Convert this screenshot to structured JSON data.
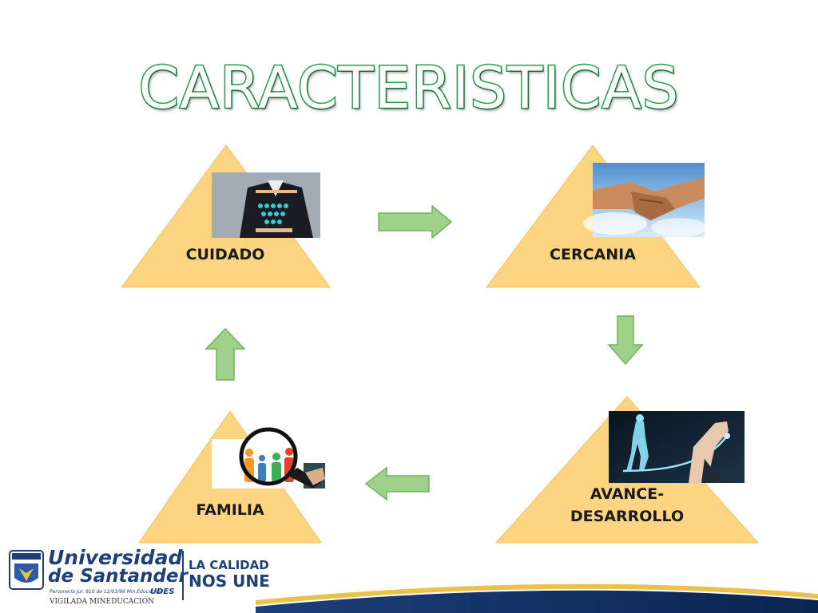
{
  "title": "CARACTERISTICAS",
  "nodes": {
    "cuidado": "CUIDADO",
    "cercania": "CERCANIA",
    "avance": "AVANCE-",
    "avance2": "DESARROLLO",
    "familia": "FAMILIA"
  },
  "colors": {
    "triangle_fill": "#fdd582",
    "triangle_stroke": "#f5c05a",
    "arrow_fill": "#9fd18a",
    "arrow_stroke": "#6fb559",
    "title_stroke": "#22a24a"
  },
  "footer": {
    "university_line1": "Universidad",
    "university_line2": "de Santander",
    "udes": "UDES",
    "slogan1": "LA CALIDAD",
    "slogan2": "NOS UNE",
    "legal": "Personería Jur. 810 de 12/03/96 Min.Educación",
    "vigilada": "VIGILADA MINEDUCACIÓN"
  }
}
